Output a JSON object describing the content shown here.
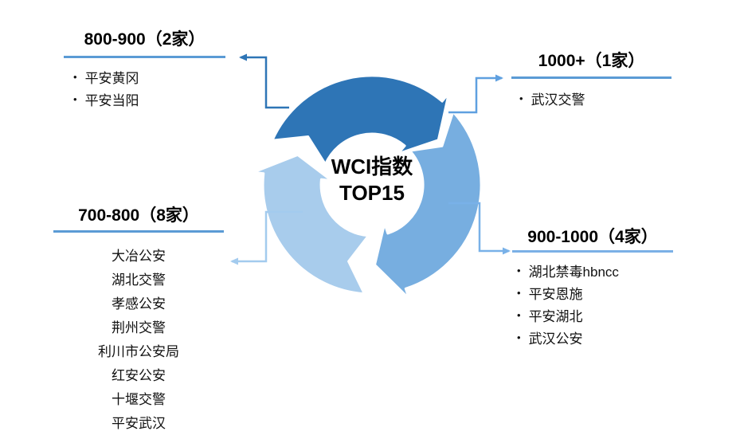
{
  "center": {
    "line1": "WCI指数",
    "line2": "TOP15"
  },
  "groups": [
    {
      "id": "range-800-900",
      "title": "800-900（2家）",
      "bulleted": true,
      "items": [
        "平安黄冈",
        "平安当阳"
      ]
    },
    {
      "id": "range-1000plus",
      "title": "1000+（1家）",
      "bulleted": true,
      "items": [
        "武汉交警"
      ]
    },
    {
      "id": "range-700-800",
      "title": "700-800（8家）",
      "bulleted": false,
      "items": [
        "大冶公安",
        "湖北交警",
        "孝感公安",
        "荆州交警",
        "利川市公安局",
        "红安公安",
        "十堰交警",
        "平安武汉"
      ]
    },
    {
      "id": "range-900-1000",
      "title": "900-1000（4家）",
      "bulleted": true,
      "items": [
        "湖北禁毒hbncc",
        "平安恩施",
        "平安湖北",
        "武汉公安"
      ]
    }
  ],
  "colors": {
    "segment_dark": "#2E75B6",
    "segment_medium": "#77AEE0",
    "segment_light": "#A8CCEC",
    "connector_dark": "#2E75B6",
    "connector_medium": "#5FA0E0",
    "connector_light2": "#79B1E8",
    "connector_light": "#A3CBEE",
    "underline": "#5B9BD5",
    "underline_light": "#7BB0E6",
    "text": "#000000"
  }
}
